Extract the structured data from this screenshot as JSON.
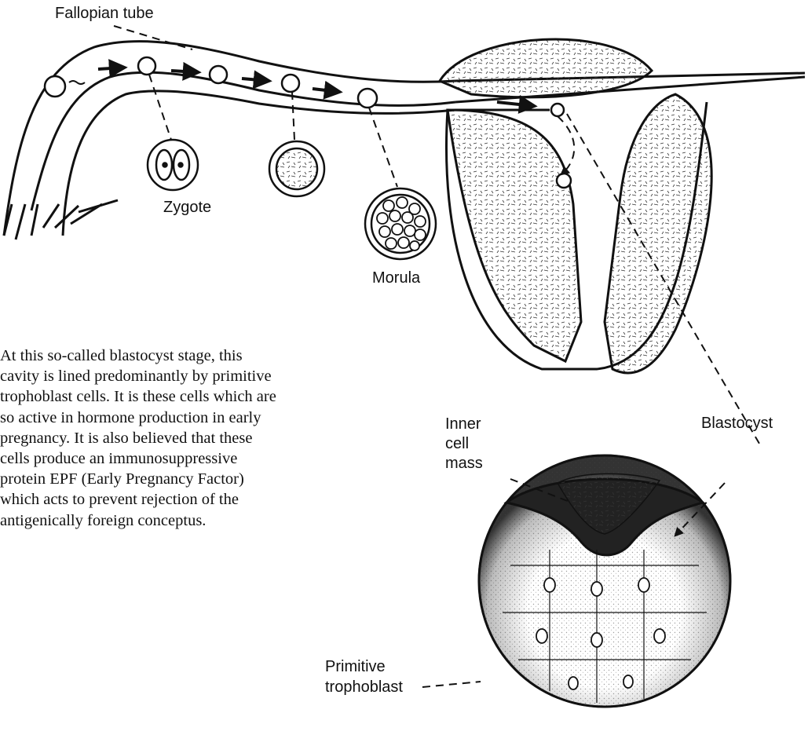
{
  "labels": {
    "fallopian_tube": "Fallopian tube",
    "zygote": "Zygote",
    "morula": "Morula",
    "inner_cell_mass": [
      "Inner",
      "cell",
      "mass"
    ],
    "blastocyst": "Blastocyst",
    "primitive_trophoblast": [
      "Primitive",
      "trophoblast"
    ]
  },
  "paragraph": [
    "At this so-called blastocyst stage, this",
    "cavity is lined predominantly by primitive",
    "trophoblast cells. It is these cells which are",
    "so active in hormone production in early",
    "pregnancy. It is also believed that these",
    "cells produce an immunosuppressive",
    "protein EPF (Early Pregnancy Factor)",
    "which acts to prevent rejection of the",
    "antigenically foreign conceptus."
  ],
  "colors": {
    "ink": "#111111",
    "background": "#ffffff"
  }
}
